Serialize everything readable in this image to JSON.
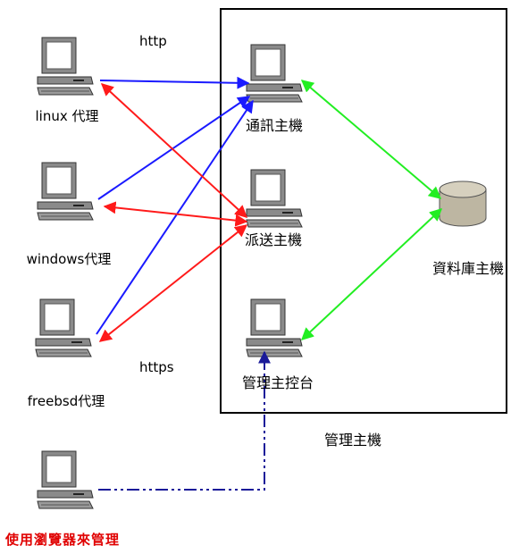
{
  "box_title": "管理主機",
  "protocols": {
    "http": "http",
    "https": "https"
  },
  "nodes": {
    "linux": "linux 代理",
    "windows": "windows代理",
    "freebsd": "freebsd代理",
    "comm": "通訊主機",
    "dispatch": "派送主機",
    "console": "管理主控台",
    "db": "資料庫主機",
    "browser": "使用瀏覽器來管理"
  },
  "colors": {
    "http_arrow": "#1a1aff",
    "https_arrow": "#ff1a1a",
    "db_arrow": "#22ee22",
    "browser_link": "#1a1a99",
    "browser_label": "#e00000"
  },
  "icons": {
    "computer": "computer-icon",
    "database": "database-icon"
  }
}
